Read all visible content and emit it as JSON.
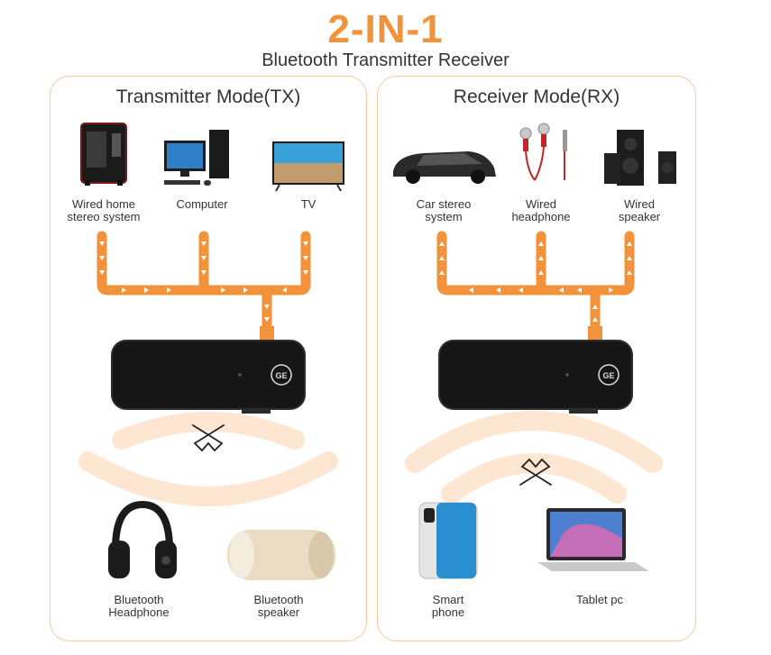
{
  "header": {
    "headline": "2-IN-1",
    "subtitle": "Bluetooth Transmitter Receiver"
  },
  "tx_panel": {
    "title": "Transmitter Mode(TX)",
    "sources": [
      {
        "label_line1": "Wired home",
        "label_line2": "stereo system",
        "icon": "stereo-tower-icon"
      },
      {
        "label_line1": "Computer",
        "label_line2": "",
        "icon": "desktop-computer-icon"
      },
      {
        "label_line1": "TV",
        "label_line2": "",
        "icon": "tv-icon"
      }
    ],
    "device_logo": "GE",
    "outputs": [
      {
        "label_line1": "Bluetooth",
        "label_line2": "Headphone",
        "icon": "headphone-icon"
      },
      {
        "label_line1": "Bluetooth",
        "label_line2": "speaker",
        "icon": "bluetooth-speaker-icon"
      }
    ]
  },
  "rx_panel": {
    "title": "Receiver Mode(RX)",
    "sources": [
      {
        "label_line1": "Car stereo",
        "label_line2": "system",
        "icon": "car-icon"
      },
      {
        "label_line1": "Wired",
        "label_line2": "headphone",
        "icon": "earbuds-icon"
      },
      {
        "label_line1": "Wired",
        "label_line2": "speaker",
        "icon": "speaker-set-icon"
      }
    ],
    "device_logo": "GE",
    "outputs": [
      {
        "label_line1": "Smart",
        "label_line2": "phone",
        "icon": "smartphone-icon"
      },
      {
        "label_line1": "Tablet pc",
        "label_line2": "",
        "icon": "laptop-icon"
      }
    ]
  },
  "colors": {
    "accent": "#f2923a",
    "panel_border": "#f5c99b",
    "wave": "#fde6d2"
  }
}
